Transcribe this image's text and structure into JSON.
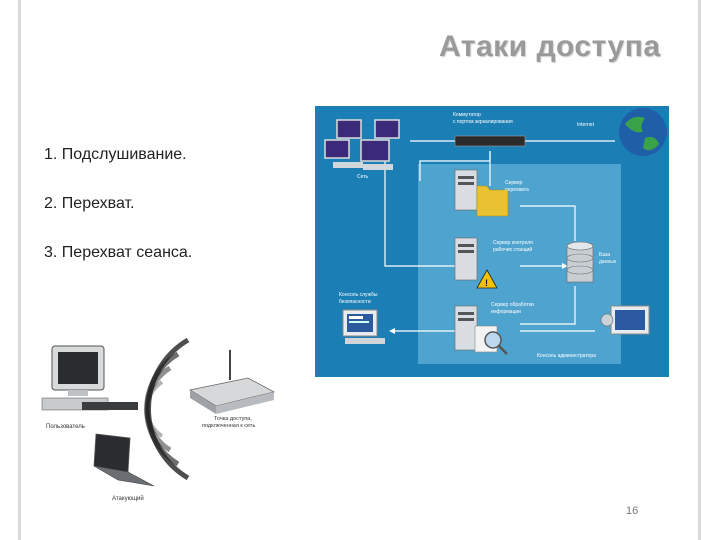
{
  "slide": {
    "title": "Атаки доступа",
    "items": [
      "1. Подслушивание.",
      "2. Перехват.",
      "3. Перехват сеанса."
    ],
    "page_number": "16"
  },
  "network_diagram": {
    "switch_label_1": "Коммутатор",
    "switch_label_2": "с портом зеркалирования",
    "internet": "Internet",
    "network": "Сеть",
    "intercept_server_1": "Сервер",
    "intercept_server_2": "перехвата",
    "control_server_1": "Сервер контроля",
    "control_server_2": "рабочих станций",
    "database_1": "База",
    "database_2": "данных",
    "security_console_1": "Консоль службы",
    "security_console_2": "безопасности",
    "processing_server_1": "Сервер обработки",
    "processing_server_2": "информации",
    "admin_console": "Консоль администратора"
  },
  "wireless_diagram": {
    "user": "Пользователь",
    "access_point_1": "Точка доступа,",
    "access_point_2": "подключенная к сеть",
    "attacker": "Атакующий"
  },
  "colors": {
    "diagram_bg": "#1a7fb5",
    "inner_panel": "#4fa6d1",
    "title_gray": "#9a9a9a"
  }
}
